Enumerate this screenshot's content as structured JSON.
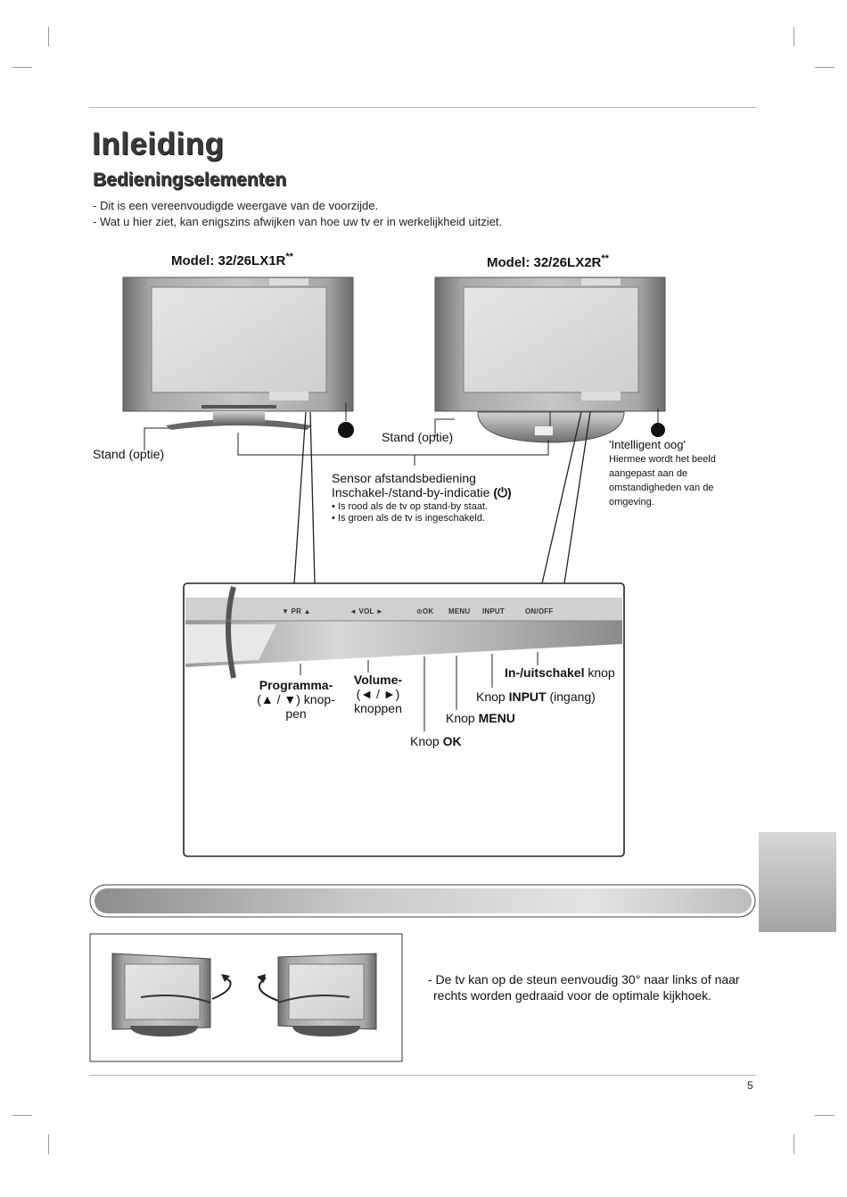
{
  "page": {
    "title": "Inleiding",
    "subtitle": "Bedieningselementen",
    "intro": [
      "- Dit is een vereenvoudigde weergave van de voorzijde.",
      "- Wat u hier ziet, kan enigszins afwijken van hoe uw tv er in werkelijkheid uitziet."
    ],
    "page_number": "5"
  },
  "models": {
    "left": {
      "name": "Model: 32/26LX1R",
      "suffix": "**"
    },
    "right": {
      "name": "Model: 32/26LX2R",
      "suffix": "**"
    }
  },
  "callouts": {
    "stand_left": "Stand (optie)",
    "stand_right": "Stand (optie)",
    "sensor_line1": "Sensor afstandsbediening",
    "sensor_line2": "Inschakel-/stand-by-indicatie",
    "sensor_symbol": "(⏻)",
    "sensor_bullet1": "• Is rood als de tv op stand-by staat.",
    "sensor_bullet2": "• Is groen als de tv is ingeschakeld.",
    "eye_title": "'Intelligent oog'",
    "eye_desc": [
      "Hiermee wordt het beeld",
      "aangepast aan de",
      "omstandigheden van de",
      "omgeving."
    ]
  },
  "panel": {
    "labels": [
      "▼  PR  ▲",
      "◄  VOL  ►",
      "⊙OK",
      "MENU",
      "INPUT",
      "ON/OFF"
    ],
    "program_bold": "Programma-",
    "program_rest1": "(▲ / ▼) knop-",
    "program_rest2": "pen",
    "volume_bold": "Volume-",
    "volume_rest1": "(◄ / ►)",
    "volume_rest2": "knoppen",
    "onoff_bold": "In-/uitschakel",
    "onoff_rest": " knop",
    "input_pre": "Knop ",
    "input_bold": "INPUT",
    "input_rest": " (ingang)",
    "menu_pre": "Knop ",
    "menu_bold": "MENU",
    "ok_pre": "Knop ",
    "ok_bold": "OK"
  },
  "swivel": {
    "text_line1": "- De tv kan op de steun eenvoudig 30° naar links of naar",
    "text_line2": "rechts worden gedraaid voor de optimale kijkhoek."
  }
}
